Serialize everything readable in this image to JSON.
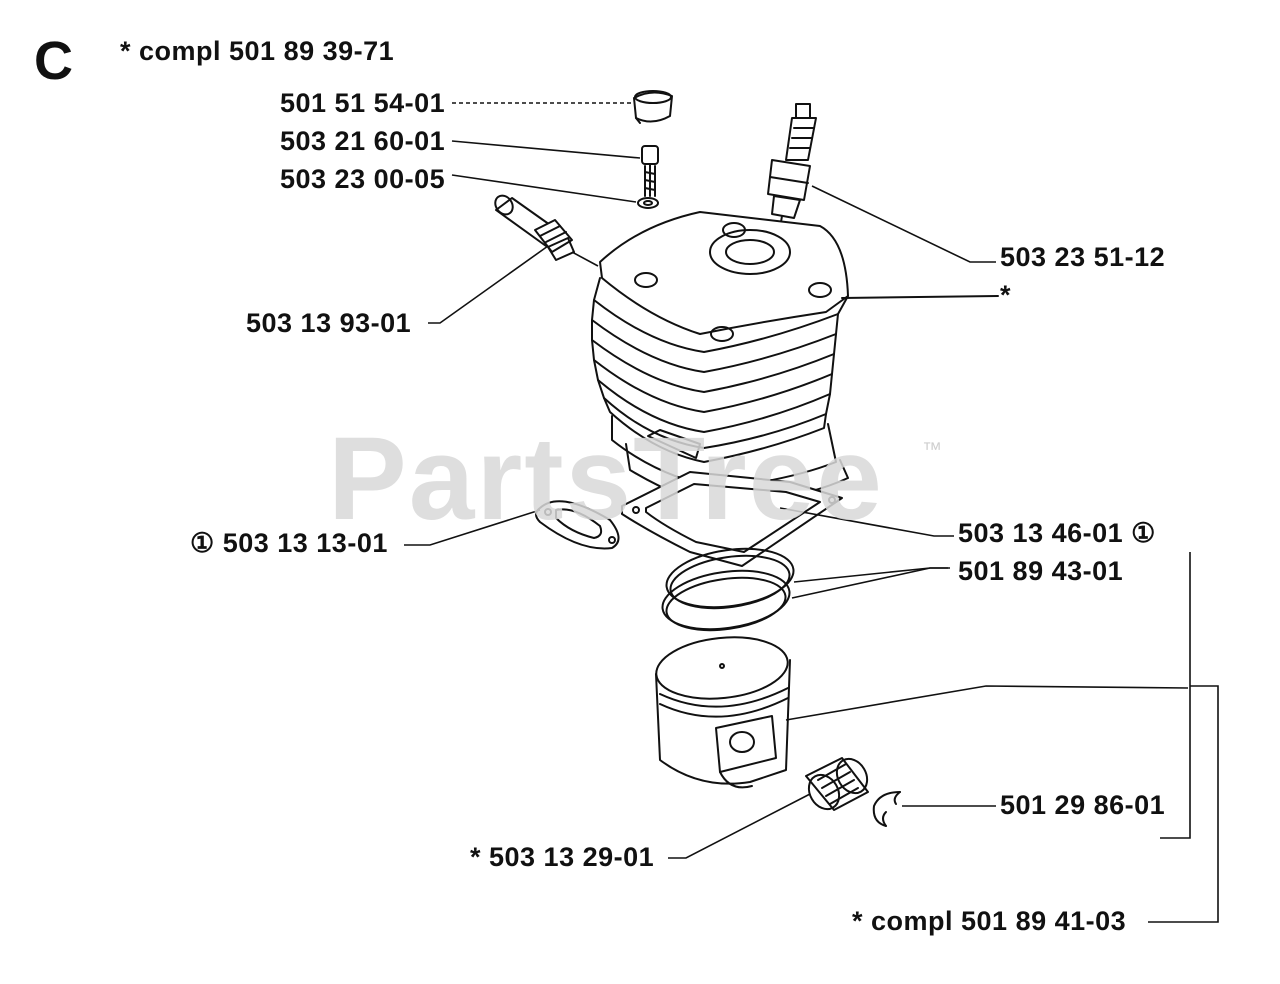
{
  "section_letter": "C",
  "header_label": "*  compl 501 89 39-71",
  "watermark": "PartsTree",
  "trademark": "™",
  "parts": {
    "cap": "501 51 54-01",
    "bolt": "503 21 60-01",
    "washer": "503 23 00-05",
    "decomp_valve": "503 13 93-01",
    "spark_plug": "503 23 51-12",
    "cylinder_star": "*",
    "exhaust_gasket": "① 503 13 13-01",
    "cylinder_gasket": "503 13 46-01 ①",
    "piston_rings": "501 89 43-01",
    "circlip": "501 29 86-01",
    "needle_bearing": "*  503 13 29-01",
    "piston_kit": "*  compl 501 89 41-03"
  }
}
